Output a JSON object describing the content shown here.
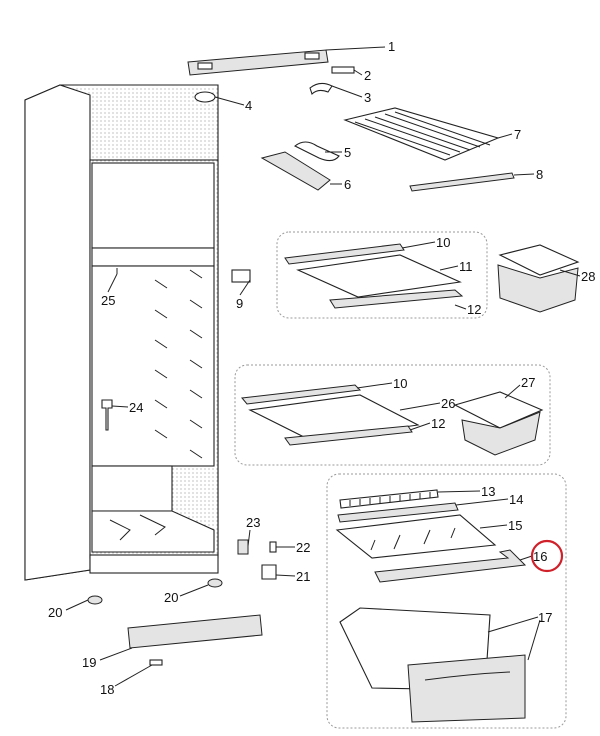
{
  "callouts": {
    "c1": "1",
    "c2": "2",
    "c3": "3",
    "c4": "4",
    "c5": "5",
    "c6": "6",
    "c7": "7",
    "c8": "8",
    "c9": "9",
    "c10a": "10",
    "c11": "11",
    "c12a": "12",
    "c28": "28",
    "c25": "25",
    "c10b": "10",
    "c26": "26",
    "c12b": "12",
    "c27": "27",
    "c24": "24",
    "c13": "13",
    "c14": "14",
    "c15": "15",
    "c16": "16",
    "c17": "17",
    "c23": "23",
    "c22": "22",
    "c21": "21",
    "c20a": "20",
    "c20b": "20",
    "c19": "19",
    "c18": "18"
  },
  "highlight": {
    "part": "16",
    "color": "#d0202a"
  }
}
